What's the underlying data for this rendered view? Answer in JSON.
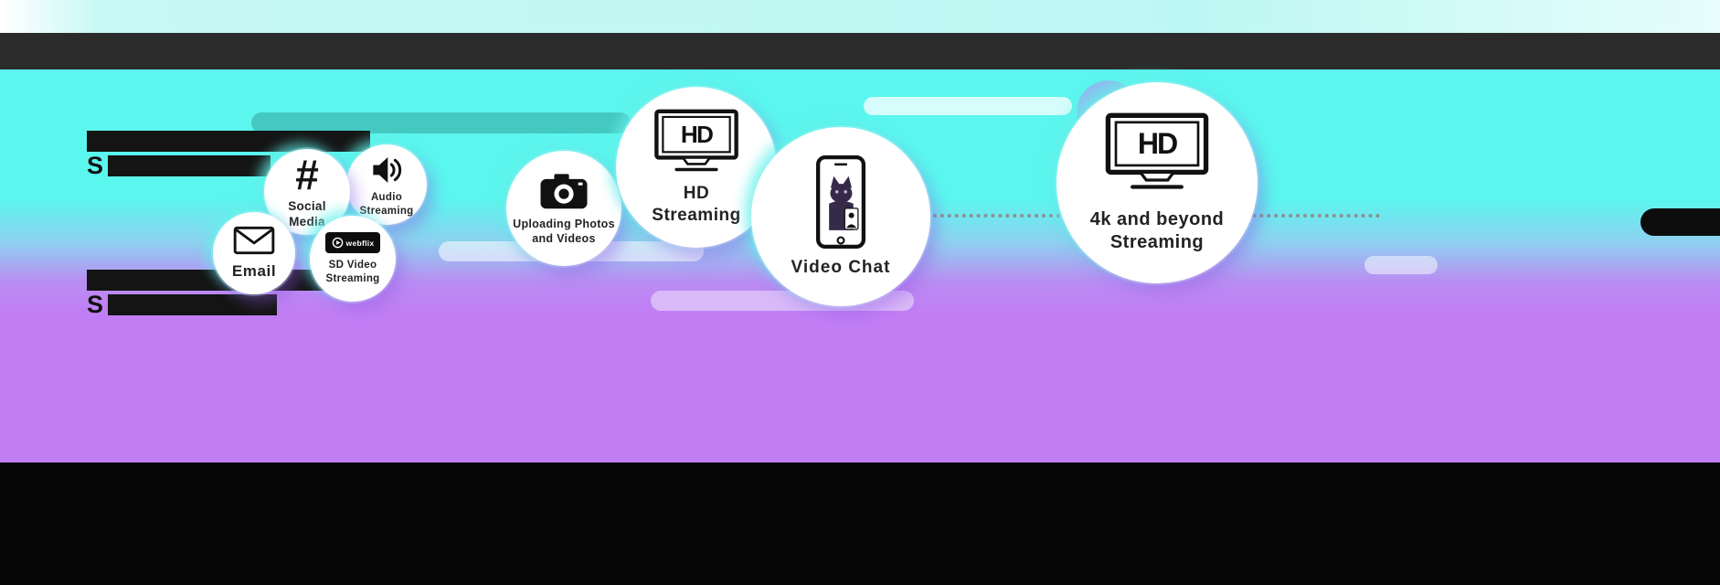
{
  "colors": {
    "cyan_bg": "#5bf6ee",
    "purple_bg": "#c17ef4",
    "header_band": "#2b2b2b",
    "footer_band": "#060606",
    "teal_pill": "#44c8c1",
    "lavender_pill": "#d9b9f8"
  },
  "redacted": {
    "row1_prefix": "S",
    "row2_prefix": "S"
  },
  "icons": {
    "hash_glyph": "#"
  },
  "bubbles": {
    "email": {
      "label": "Email"
    },
    "social": {
      "line1": "Social",
      "line2": "Media"
    },
    "audio": {
      "line1": "Audio",
      "line2": "Streaming"
    },
    "sd_video": {
      "line1": "SD Video",
      "line2": "Streaming",
      "badge_text": "webflix"
    },
    "uploading": {
      "line1": "Uploading Photos",
      "line2": "and Videos"
    },
    "hd_streaming": {
      "line1": "HD",
      "line2": "Streaming",
      "tv_text": "HD"
    },
    "video_chat": {
      "label": "Video Chat"
    },
    "uhd_streaming": {
      "line1": "4k and beyond",
      "line2": "Streaming",
      "tv_text": "HD"
    }
  }
}
